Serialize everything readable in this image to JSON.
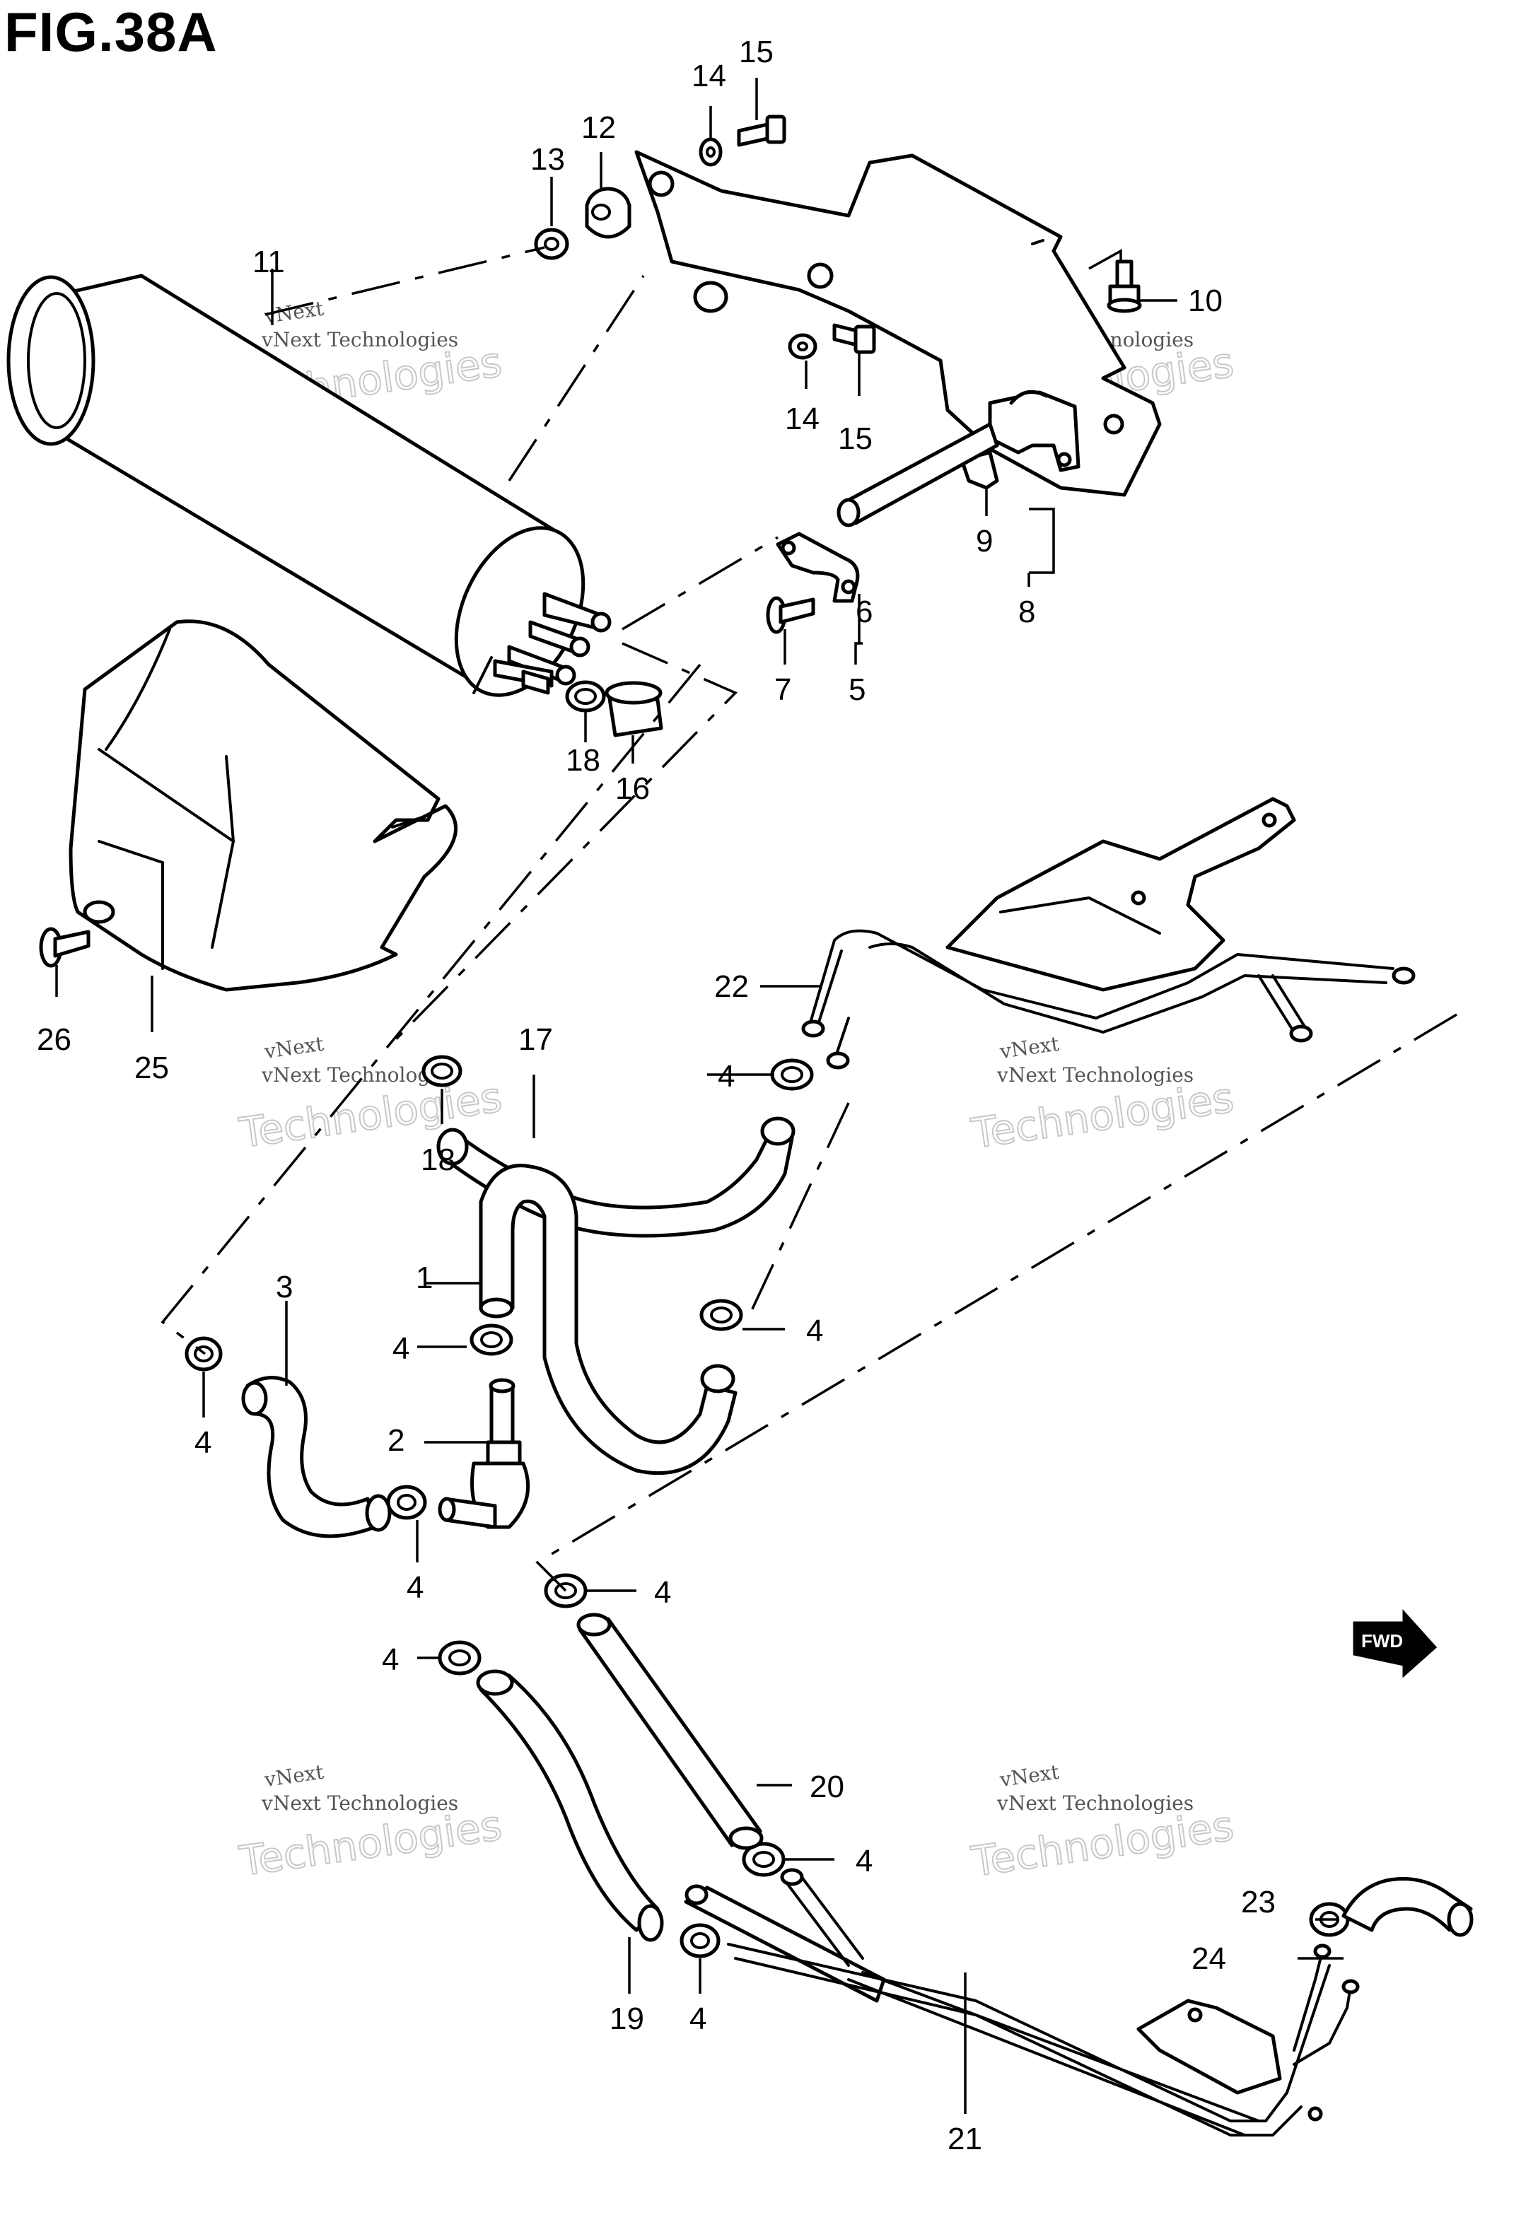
{
  "figure": {
    "title": "FIG.38A"
  },
  "watermark": {
    "line1": "vNext",
    "line2": "vNext Technologies",
    "line3": "Technologies"
  },
  "direction_marker": {
    "text": "FWD"
  },
  "callouts": [
    {
      "id": "c1",
      "label": "1"
    },
    {
      "id": "c2",
      "label": "2"
    },
    {
      "id": "c3",
      "label": "3"
    },
    {
      "id": "c4a",
      "label": "4"
    },
    {
      "id": "c4b",
      "label": "4"
    },
    {
      "id": "c4c",
      "label": "4"
    },
    {
      "id": "c4d",
      "label": "4"
    },
    {
      "id": "c4e",
      "label": "4"
    },
    {
      "id": "c4f",
      "label": "4"
    },
    {
      "id": "c4g",
      "label": "4"
    },
    {
      "id": "c4h",
      "label": "4"
    },
    {
      "id": "c4i",
      "label": "4"
    },
    {
      "id": "c5",
      "label": "5"
    },
    {
      "id": "c6",
      "label": "6"
    },
    {
      "id": "c7",
      "label": "7"
    },
    {
      "id": "c8",
      "label": "8"
    },
    {
      "id": "c9",
      "label": "9"
    },
    {
      "id": "c10",
      "label": "10"
    },
    {
      "id": "c11",
      "label": "11"
    },
    {
      "id": "c12",
      "label": "12"
    },
    {
      "id": "c13",
      "label": "13"
    },
    {
      "id": "c14a",
      "label": "14"
    },
    {
      "id": "c14b",
      "label": "14"
    },
    {
      "id": "c15a",
      "label": "15"
    },
    {
      "id": "c15b",
      "label": "15"
    },
    {
      "id": "c16",
      "label": "16"
    },
    {
      "id": "c17",
      "label": "17"
    },
    {
      "id": "c18a",
      "label": "18"
    },
    {
      "id": "c18b",
      "label": "18"
    },
    {
      "id": "c19",
      "label": "19"
    },
    {
      "id": "c20",
      "label": "20"
    },
    {
      "id": "c21",
      "label": "21"
    },
    {
      "id": "c22",
      "label": "22"
    },
    {
      "id": "c23",
      "label": "23"
    },
    {
      "id": "c24",
      "label": "24"
    },
    {
      "id": "c25",
      "label": "25"
    },
    {
      "id": "c26",
      "label": "26"
    }
  ]
}
